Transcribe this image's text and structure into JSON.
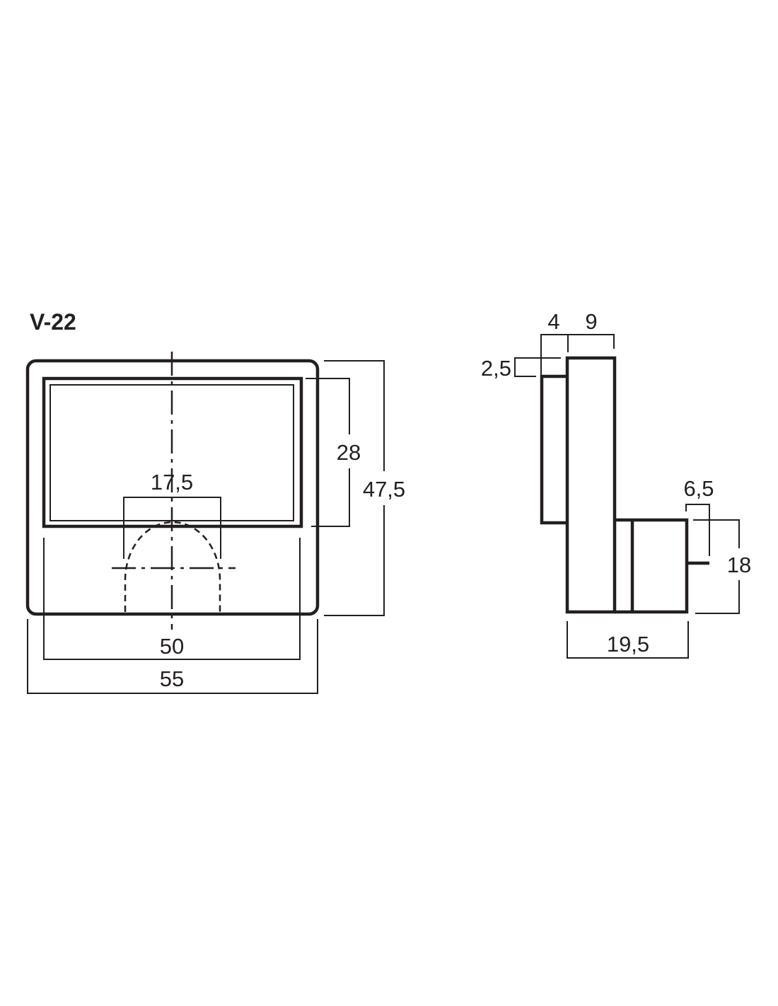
{
  "title": "V-22",
  "front_view": {
    "dims": {
      "inner_width": "50",
      "outer_width": "55",
      "window_height": "28",
      "outer_height": "47,5",
      "mount_diameter": "17,5"
    }
  },
  "side_view": {
    "dims": {
      "bezel_depth": "4",
      "body_depth": "9",
      "bezel_offset": "2,5",
      "terminal_length": "6,5",
      "rear_height": "18",
      "total_depth": "19,5"
    }
  },
  "colors": {
    "line": "#231f20",
    "background": "#ffffff"
  }
}
